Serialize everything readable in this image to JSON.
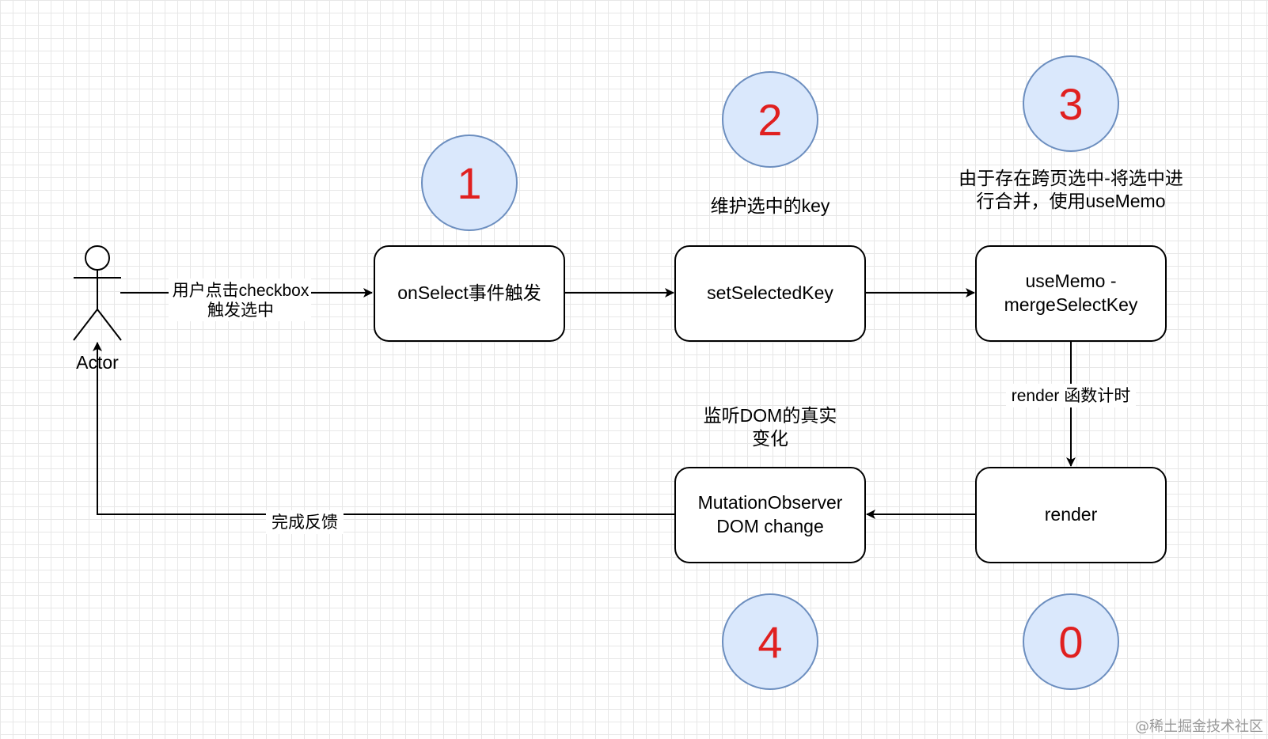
{
  "nodes": {
    "on_select": "onSelect事件触发",
    "set_selected_key": "setSelectedKey",
    "use_memo": [
      "useMemo -",
      "mergeSelectKey"
    ],
    "render": "render",
    "mutation_observer": [
      "MutationObserver",
      "DOM change"
    ]
  },
  "badges": {
    "step_1": "1",
    "step_2": "2",
    "step_3": "3",
    "step_4": "4",
    "step_0": "0"
  },
  "notes": {
    "maintain_key": "维护选中的key",
    "merge_note": [
      "由于存在跨页选中-将选中进",
      "行合并，使用useMemo"
    ],
    "observe_note": [
      "监听DOM的真实",
      "变化"
    ]
  },
  "edges": {
    "user_click": [
      "用户点击checkbox",
      "触发选中"
    ],
    "render_timing": "render 函数计时",
    "feedback": "完成反馈"
  },
  "actor": {
    "label": "Actor"
  },
  "watermark": "@稀土掘金技术社区",
  "colors": {
    "badge_fill": "#dae8fc",
    "badge_stroke": "#6c8ebf",
    "badge_text": "#e02020",
    "node_stroke": "#000000",
    "grid": "#e7e7e7"
  }
}
